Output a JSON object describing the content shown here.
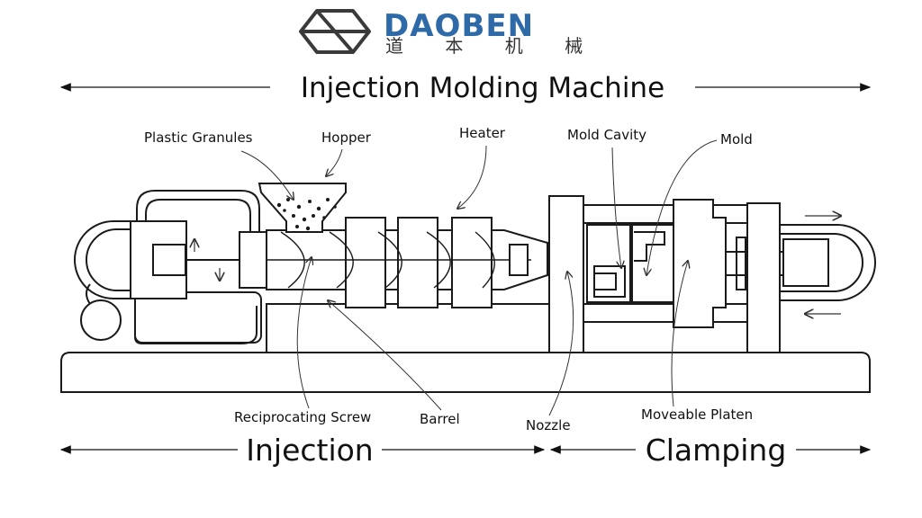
{
  "brand": {
    "name": "DAOBEN",
    "name_chinese": "道 本 机 械",
    "color": "#2e6aa8",
    "logo_color": "#3a3a3a"
  },
  "title": "Injection Molding Machine",
  "sections": {
    "injection": "Injection",
    "clamping": "Clamping"
  },
  "labels": {
    "plastic_granules": "Plastic Granules",
    "hopper": "Hopper",
    "heater": "Heater",
    "mold_cavity": "Mold Cavity",
    "mold": "Mold",
    "reciprocating_screw": "Reciprocating Screw",
    "barrel": "Barrel",
    "nozzle": "Nozzle",
    "moveable_platen": "Moveable Platen"
  }
}
